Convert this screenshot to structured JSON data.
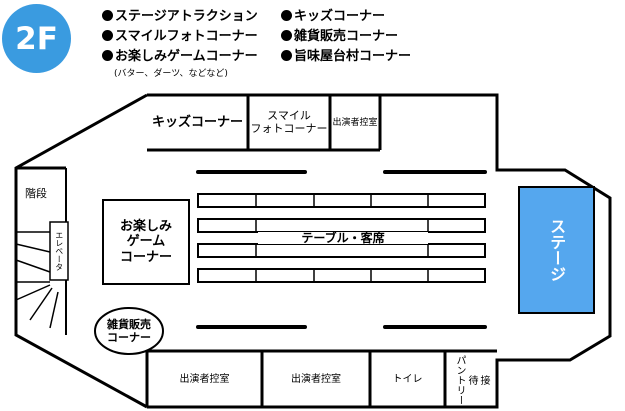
{
  "floor": "2F",
  "legend": [
    "ステージアトラクション",
    "スマイルフォトコーナー",
    "お楽しみゲームコーナー",
    "キッズコーナー",
    "雑貨販売コーナー",
    "旨味屋台村コーナー"
  ],
  "legend_note": "(バター、ダーツ、などなど)",
  "rooms": {
    "kids": "キッズコーナー",
    "photo": "スマイル\nフォトコーナー",
    "green_room_top": "出演者控室",
    "stairs": "階段",
    "elevator": "エレベータ",
    "game": "お楽しみ\nゲーム\nコーナー",
    "tables": "テーブル・客席",
    "zakka": "雑貨販売\nコーナー",
    "stage": "ステージ",
    "green_room_bottom1": "出演者控室",
    "green_room_bottom2": "出演者控室",
    "toilet": "トイレ",
    "pantry": "接\n待\nパントリー"
  },
  "colors": {
    "badge": "#3a9be0",
    "stage": "#55a7ee"
  }
}
